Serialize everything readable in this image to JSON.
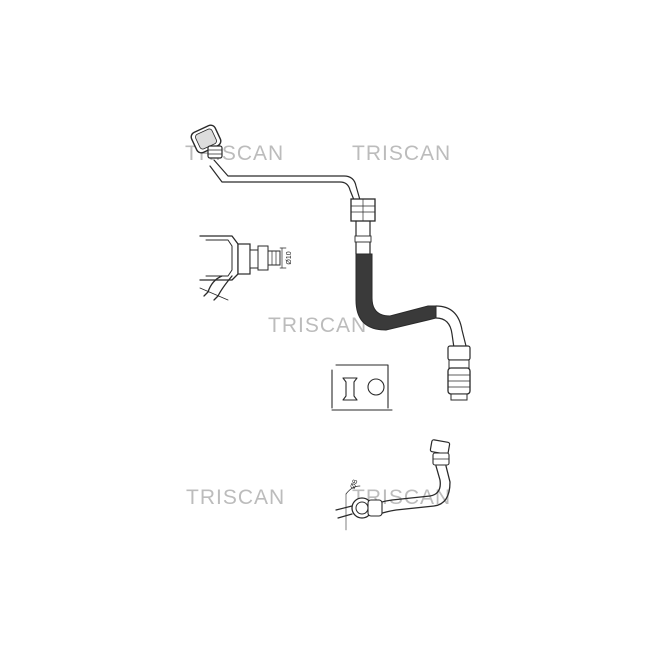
{
  "watermarks": {
    "wm1": "TRISCAN",
    "wm2": "TRISCAN",
    "wm3": "TRISCAN",
    "wm4": "TRISCAN",
    "wm5": "TRISCAN"
  },
  "dimensions": {
    "detail_connector": "Ø10",
    "bottom_detail": "Ø8"
  },
  "colors": {
    "watermark": "#bcbcbc",
    "line": "#2a2a2a",
    "hose_fill": "#3a3a3a",
    "background": "#ffffff"
  }
}
